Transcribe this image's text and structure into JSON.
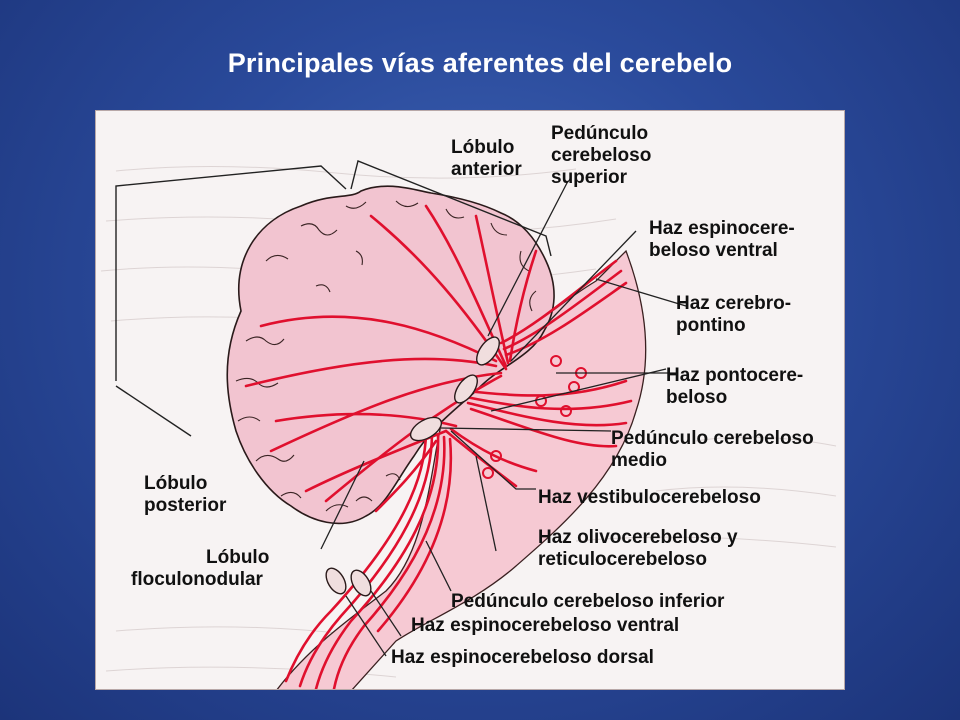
{
  "title": "Principales vías aferentes del cerebelo",
  "labels": {
    "lobulo_anterior": [
      "Lóbulo",
      "anterior"
    ],
    "pedunculo_superior": [
      "Pedúnculo",
      "cerebeloso",
      "superior"
    ],
    "haz_espinocerebeloso_ventral_top": [
      "Haz espinocere-",
      "beloso ventral"
    ],
    "haz_cerebropontino": [
      "Haz cerebro-",
      "pontino"
    ],
    "haz_pontocerebeloso": [
      "Haz pontocere-",
      "beloso"
    ],
    "pedunculo_medio": [
      "Pedúnculo cerebeloso",
      "medio"
    ],
    "haz_vestibulocerebeloso": [
      "Haz vestibulocerebeloso"
    ],
    "haz_olivocerebeloso": [
      "Haz olivocerebeloso y",
      "reticulocerebeloso"
    ],
    "lobulo_posterior": [
      "Lóbulo",
      "posterior"
    ],
    "lobulo_floculonodular": [
      "Lóbulo",
      "floculonodular"
    ],
    "pedunculo_inferior": [
      "Pedúnculo cerebeloso inferior"
    ],
    "haz_espinocerebeloso_ventral_bottom": [
      "Haz espinocerebeloso ventral"
    ],
    "haz_espinocerebeloso_dorsal": [
      "Haz espinocerebeloso dorsal"
    ]
  },
  "colors": {
    "background": "#2a4a9b",
    "cerebellum_fill": "#f2c4d0",
    "cerebellum_outline": "#2a1a1a",
    "tract": "#e0102e",
    "brainstem_fill": "#f6c9d3"
  }
}
